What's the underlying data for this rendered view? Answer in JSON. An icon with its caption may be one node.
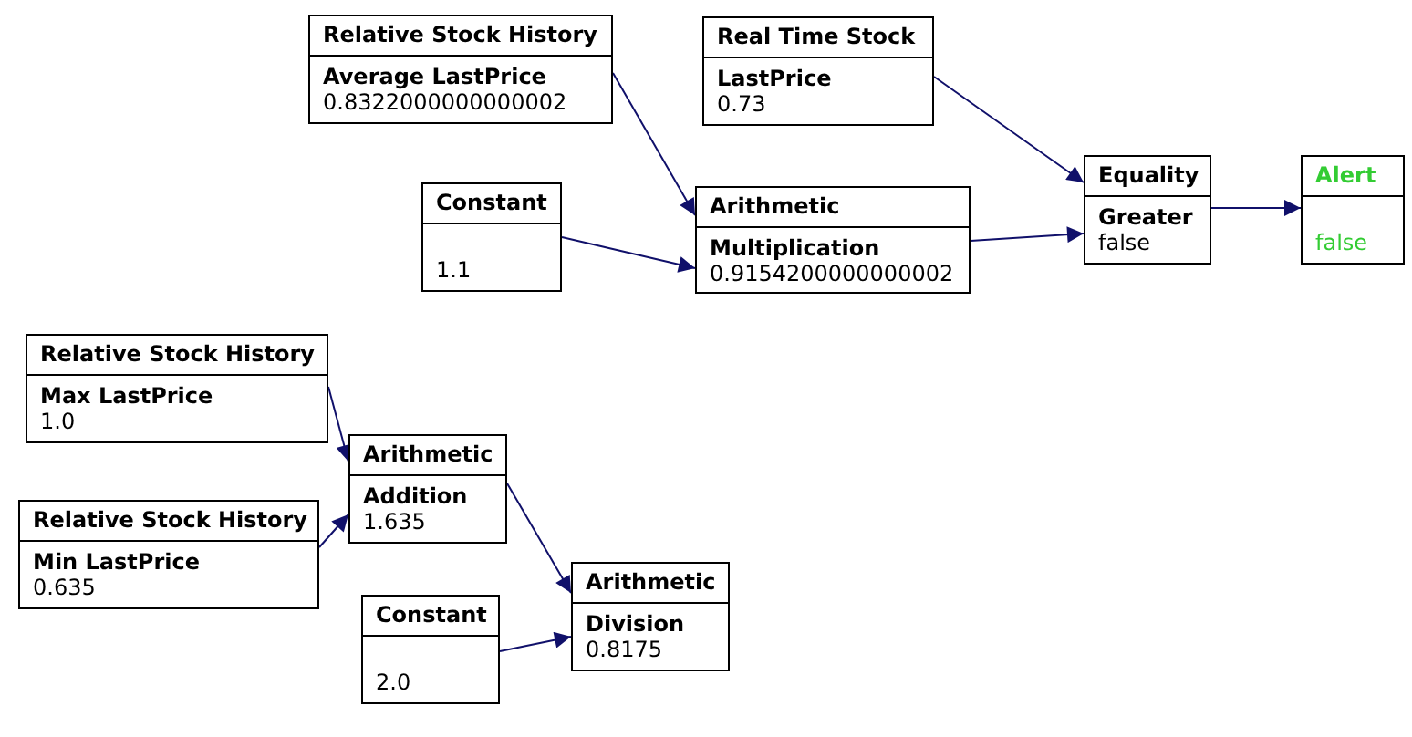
{
  "diagram": {
    "nodes": [
      {
        "text": [
          "Relative Stock History",
          "Average LastPrice",
          "0.8322000000000002"
        ]
      },
      {
        "text": [
          "Real Time Stock",
          "LastPrice",
          "0.73"
        ]
      },
      {
        "text": [
          "Constant",
          "1.1"
        ]
      },
      {
        "text": [
          "Arithmetic",
          "Multiplication",
          "0.9154200000000002"
        ]
      },
      {
        "text": [
          "Equality",
          "Greater",
          "false"
        ]
      },
      {
        "text": [
          "Alert",
          "false"
        ]
      },
      {
        "text": [
          "Relative Stock History",
          "Max LastPrice",
          "1.0"
        ]
      },
      {
        "text": [
          "Arithmetic",
          "Addition",
          "1.635"
        ]
      },
      {
        "text": [
          "Relative Stock History",
          "Min LastPrice",
          "0.635"
        ]
      },
      {
        "text": [
          "Constant",
          "2.0"
        ]
      },
      {
        "text": [
          "Arithmetic",
          "Division",
          "0.8175"
        ]
      }
    ],
    "edges": [
      {
        "from": 0,
        "to": 3,
        "arrow": "to"
      },
      {
        "from": 2,
        "to": 3,
        "arrow": "to"
      },
      {
        "from": 1,
        "to": 4,
        "arrow": "to"
      },
      {
        "from": 3,
        "to": 4,
        "arrow": "to"
      },
      {
        "from": 4,
        "to": 5,
        "arrow": "to"
      },
      {
        "from": 6,
        "to": 7,
        "arrow": "to"
      },
      {
        "from": 8,
        "to": 7,
        "arrow": "to"
      },
      {
        "from": 7,
        "to": 10,
        "arrow": "to"
      },
      {
        "from": 9,
        "to": 10,
        "arrow": "to"
      }
    ]
  }
}
